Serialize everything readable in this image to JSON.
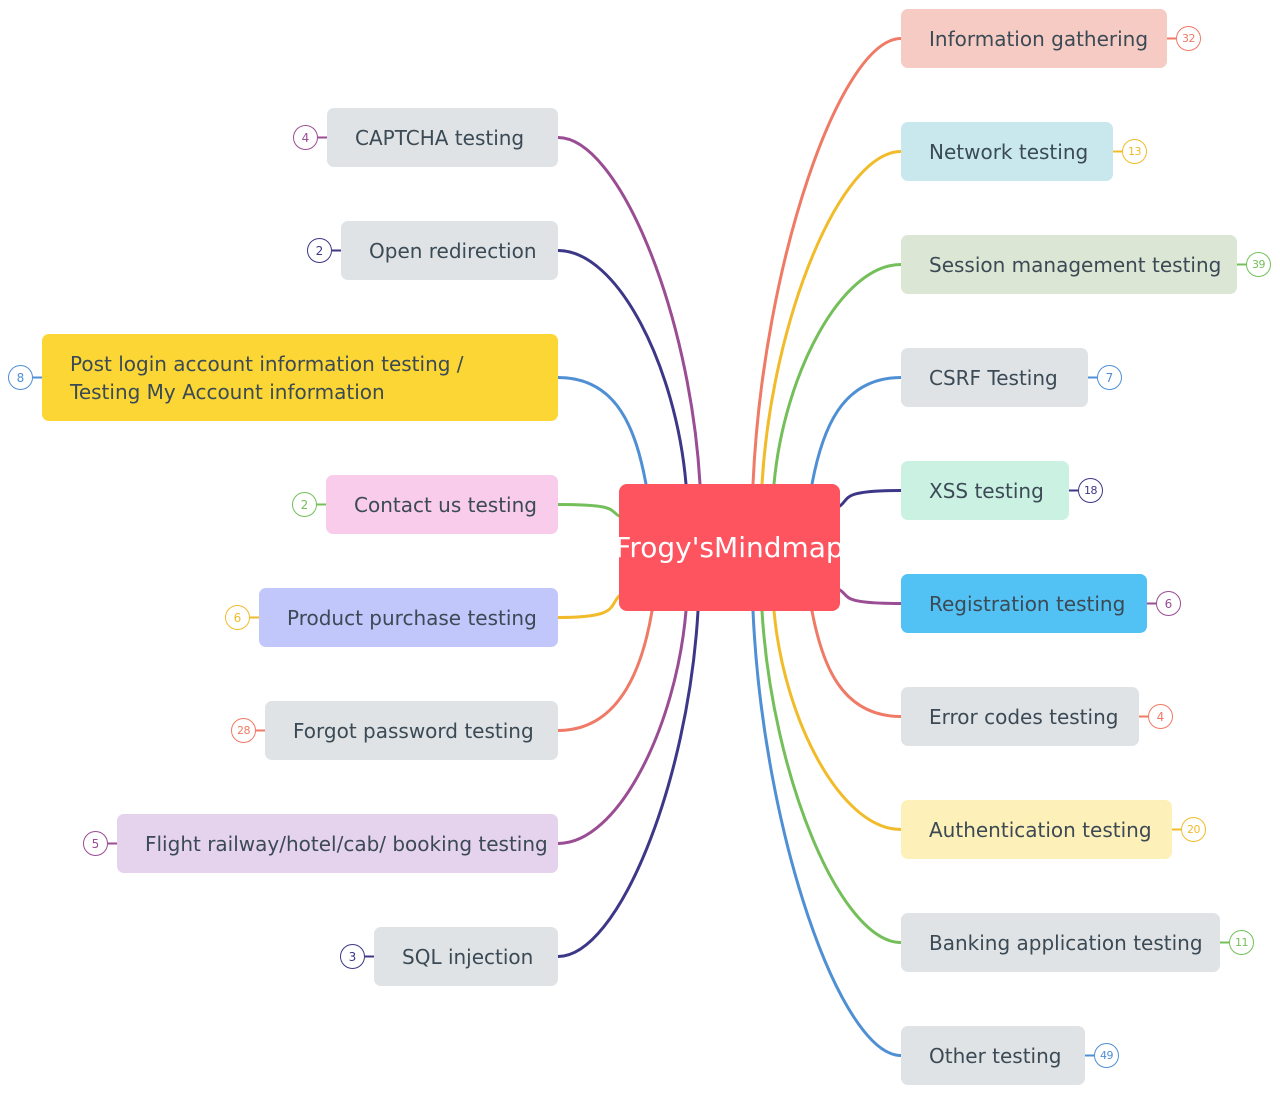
{
  "central": {
    "label": "Frogy's Mindmap",
    "color": "#fd5460"
  },
  "left_topics": [
    {
      "label": "CAPTCHA testing",
      "count": "4",
      "fill": "#dfe3e5",
      "line": "#9b4d94"
    },
    {
      "label": "Open redirection",
      "count": "2",
      "fill": "#dfe3e5",
      "line": "#3d3788"
    },
    {
      "label": "Post login account information testing / Testing My Account information",
      "count": "8",
      "fill": "#fcd634",
      "line": "#4f8fd4"
    },
    {
      "label": "Contact us testing",
      "count": "2",
      "fill": "#f9ccec",
      "line": "#74bf5a"
    },
    {
      "label": "Product purchase testing",
      "count": "6",
      "fill": "#c1c6fb",
      "line": "#f1bb2a"
    },
    {
      "label": "Forgot password testing",
      "count": "28",
      "fill": "#dfe3e5",
      "line": "#ef7a66"
    },
    {
      "label": "Flight railway/hotel/cab/ booking testing",
      "count": "5",
      "fill": "#e5d2ec",
      "line": "#9b4d94"
    },
    {
      "label": "SQL injection",
      "count": "3",
      "fill": "#dfe3e5",
      "line": "#3d3788"
    }
  ],
  "right_topics": [
    {
      "label": "Information gathering",
      "count": "32",
      "fill": "#f5cbc3",
      "line": "#ef7a66"
    },
    {
      "label": "Network testing",
      "count": "13",
      "fill": "#c9e8ee",
      "line": "#f1bb2a"
    },
    {
      "label": "Session management testing",
      "count": "39",
      "fill": "#dbe6d4",
      "line": "#74bf5a"
    },
    {
      "label": "CSRF Testing",
      "count": "7",
      "fill": "#dfe3e5",
      "line": "#4f8fd4"
    },
    {
      "label": "XSS testing",
      "count": "18",
      "fill": "#cbf1e3",
      "line": "#3d3788"
    },
    {
      "label": "Registration testing",
      "count": "6",
      "fill": "#52c2f5",
      "line": "#9b4d94"
    },
    {
      "label": "Error codes testing",
      "count": "4",
      "fill": "#dfe3e5",
      "line": "#ef7a66"
    },
    {
      "label": "Authentication testing",
      "count": "20",
      "fill": "#fdf0b8",
      "line": "#f1bb2a"
    },
    {
      "label": "Banking application testing",
      "count": "11",
      "fill": "#dfe3e5",
      "line": "#74bf5a"
    },
    {
      "label": "Other testing",
      "count": "49",
      "fill": "#dfe3e5",
      "line": "#4f8fd4"
    }
  ]
}
